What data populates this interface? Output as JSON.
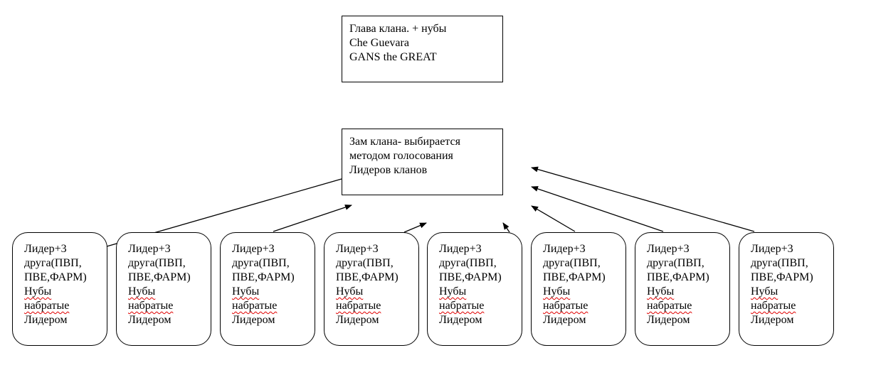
{
  "diagram": {
    "head_box": {
      "lines": [
        "Глава клана. + нубы",
        "Che Guevara",
        "GANS the GREAT"
      ]
    },
    "deputy_box": {
      "lines": [
        "Зам клана- выбирается",
        "методом голосования",
        "Лидеров кланов"
      ]
    },
    "leader_boxes": [
      {
        "line1": "Лидер+3",
        "line2": "друга(ПВП,",
        "line3": "ПВЕ,ФАРМ)",
        "line4": "Нубы",
        "line5": "набратые",
        "line6": "Лидером"
      },
      {
        "line1": "Лидер+3",
        "line2": "друга(ПВП,",
        "line3": "ПВЕ,ФАРМ)",
        "line4": "Нубы",
        "line5": "набратые",
        "line6": "Лидером"
      },
      {
        "line1": "Лидер+3",
        "line2": "друга(ПВП,",
        "line3": "ПВЕ,ФАРМ)",
        "line4": "Нубы",
        "line5": "набратые",
        "line6": "Лидером"
      },
      {
        "line1": "Лидер+3",
        "line2": "друга(ПВП,",
        "line3": "ПВЕ,ФАРМ)",
        "line4": "Нубы",
        "line5": "набратые",
        "line6": "Лидером"
      },
      {
        "line1": "Лидер+3",
        "line2": "друга(ПВП,",
        "line3": "ПВЕ,ФАРМ)",
        "line4": "Нубы",
        "line5": "набратые",
        "line6": "Лидером"
      },
      {
        "line1": "Лидер+3",
        "line2": "друга(ПВП,",
        "line3": "ПВЕ,ФАРМ)",
        "line4": "Нубы",
        "line5": "набратые",
        "line6": "Лидером"
      },
      {
        "line1": "Лидер+3",
        "line2": "друга(ПВП,",
        "line3": "ПВЕ,ФАРМ)",
        "line4": "Нубы",
        "line5": "набратые",
        "line6": "Лидером"
      },
      {
        "line1": "Лидер+3",
        "line2": "друга(ПВП,",
        "line3": "ПВЕ,ФАРМ)",
        "line4": "Нубы",
        "line5": "набратые",
        "line6": "Лидером"
      }
    ],
    "colors": {
      "stroke": "#000000",
      "spell_error": "#e00000",
      "grammar_error": "#2a9a2a"
    }
  }
}
